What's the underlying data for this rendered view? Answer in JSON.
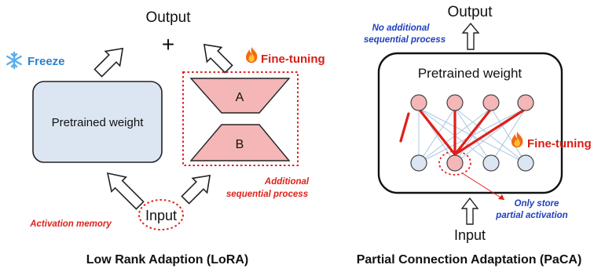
{
  "lora": {
    "caption": "Low Rank Adaption (LoRA)",
    "output_label": "Output",
    "plus": "+",
    "input_label": "Input",
    "pretrained_label": "Pretrained weight",
    "freeze_label": "Freeze",
    "finetune_label": "Fine-tuning",
    "adapter_a_label": "A",
    "adapter_b_label": "B",
    "additional_line1": "Additional",
    "additional_line2": "sequential process",
    "activation_memory": "Activation memory"
  },
  "paca": {
    "caption": "Partial Connection Adaptation (PaCA)",
    "output_label": "Output",
    "input_label": "Input",
    "pretrained_label": "Pretrained weight",
    "finetune_label": "Fine-tuning",
    "no_additional_line1": "No additional",
    "no_additional_line2": "sequential process",
    "only_store_line1": "Only store",
    "only_store_line2": "partial activation"
  },
  "colors": {
    "pretrained_fill": "#dce6f2",
    "adapter_fill": "#f4b6b6",
    "node_top_fill": "#f4b6b6",
    "node_bottom_fill": "#dce6f2",
    "red": "#e0201a",
    "blue": "#1f3fbf",
    "faint_lines": "#a9c6e0"
  },
  "icons": {
    "freeze": "snowflake-icon",
    "finetune": "fire-icon"
  }
}
